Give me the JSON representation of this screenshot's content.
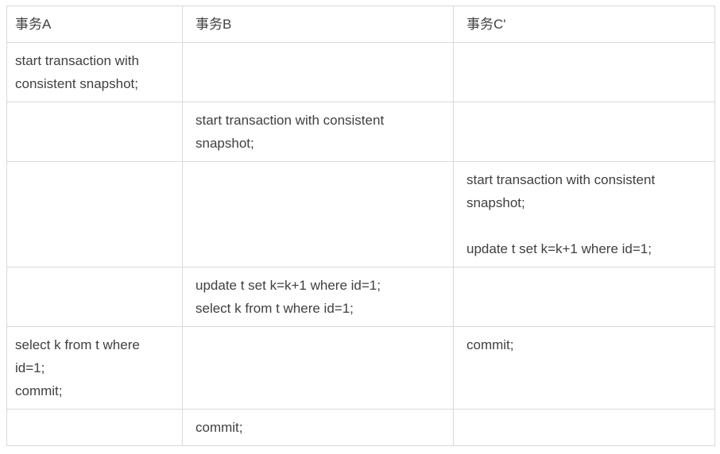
{
  "table": {
    "title": "transaction-interleaving-table",
    "colors": {
      "text": "#404040",
      "border": "#d9d9d9",
      "background": "#ffffff"
    },
    "headers": {
      "col_a": "事务A",
      "col_b": "事务B",
      "col_c": "事务C'"
    },
    "rows": [
      {
        "a": "start transaction with\nconsistent snapshot;",
        "b": "",
        "c": ""
      },
      {
        "a": "",
        "b": "start transaction with consistent\nsnapshot;",
        "c": ""
      },
      {
        "a": "",
        "b": "",
        "c": "start transaction with consistent\nsnapshot;\n\nupdate t set k=k+1 where id=1;"
      },
      {
        "a": "",
        "b": "update t set k=k+1 where id=1;\nselect k from t where id=1;",
        "c": ""
      },
      {
        "a": "select k from t where\nid=1;\ncommit;",
        "b": "",
        "c": "commit;"
      },
      {
        "a": "",
        "b": "commit;",
        "c": ""
      }
    ]
  }
}
